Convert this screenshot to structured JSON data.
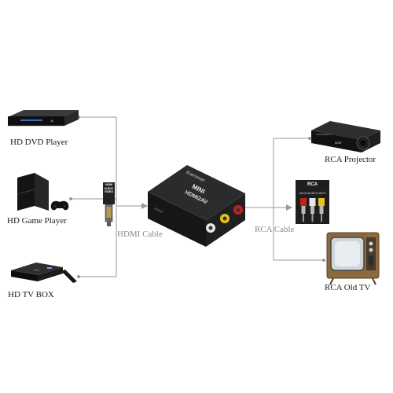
{
  "sources": [
    {
      "label": "HD DVD Player"
    },
    {
      "label": "HD Game Player"
    },
    {
      "label": "HD TV BOX"
    }
  ],
  "hdmi_plug_text": [
    "HDMI",
    "AUDIO",
    "VIDEO"
  ],
  "converter": {
    "brand": "Eversmart",
    "model": "MINI",
    "function": "HDMI2AV"
  },
  "hdmi_cable_label": "HDMI Cable",
  "rca_cable_label": "RCA Cable",
  "rca_plug": {
    "title": "RCA",
    "channels": [
      "AUDIO",
      "AUDIO",
      "VIDEO"
    ]
  },
  "outputs": [
    {
      "label": "RCA Projector",
      "brand": "acer"
    },
    {
      "label": "RCA Old TV"
    }
  ],
  "colors": {
    "line": "#9a9a9a",
    "device_body": "#1c1c1c",
    "rca_red": "#c0231e",
    "rca_white": "#e6e6e6",
    "rca_yellow": "#e8c21a"
  }
}
